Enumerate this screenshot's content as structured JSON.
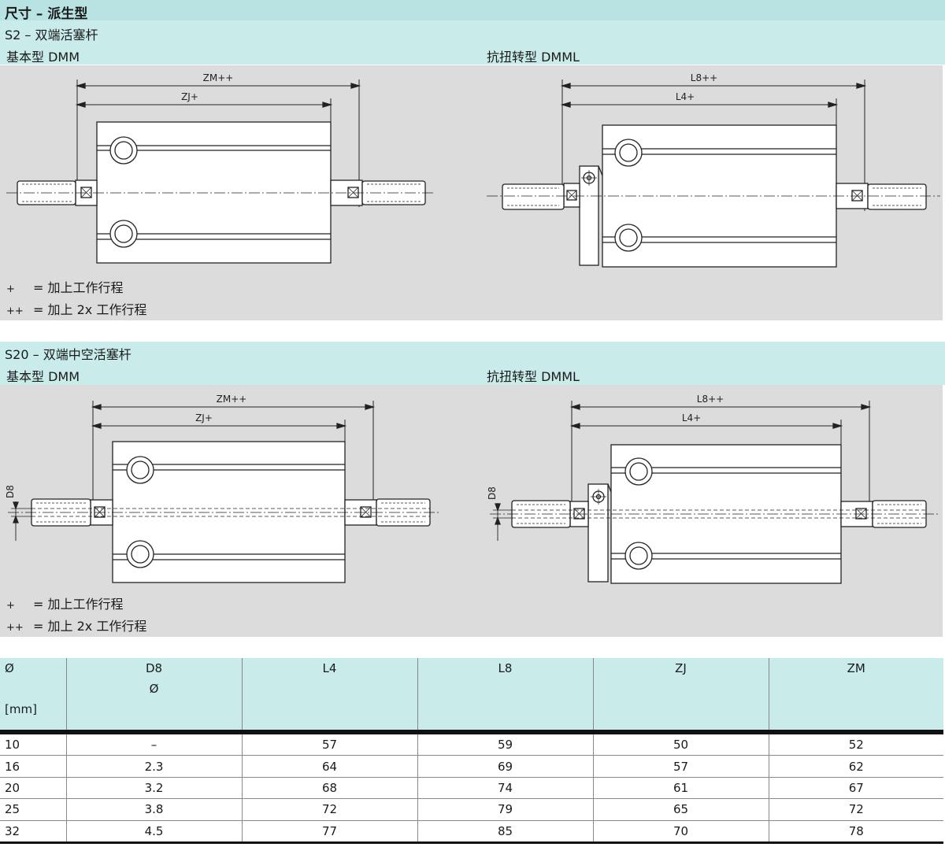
{
  "header": {
    "title": "尺寸 – 派生型"
  },
  "s2": {
    "title": "S2 – 双端活塞杆",
    "left_label": "基本型 DMM",
    "right_label": "抗扭转型 DMML",
    "dim_zm": "ZM++",
    "dim_zj": "ZJ+",
    "dim_l8": "L8++",
    "dim_l4": "L4+",
    "note1_sym": "+",
    "note1_text": "= 加上工作行程",
    "note2_sym": "++",
    "note2_text": "= 加上 2x 工作行程"
  },
  "s20": {
    "title": "S20 – 双端中空活塞杆",
    "left_label": "基本型 DMM",
    "right_label": "抗扭转型 DMML",
    "dim_zm": "ZM++",
    "dim_zj": "ZJ+",
    "dim_l8": "L8++",
    "dim_l4": "L4+",
    "dim_d8": "D8",
    "note1_sym": "+",
    "note1_text": "= 加上工作行程",
    "note2_sym": "++",
    "note2_text": "= 加上 2x 工作行程"
  },
  "table": {
    "headers": [
      {
        "l1": "Ø",
        "l2": "",
        "l3": "[mm]"
      },
      {
        "l1": "D8",
        "l2": "Ø",
        "l3": ""
      },
      {
        "l1": "L4",
        "l2": "",
        "l3": ""
      },
      {
        "l1": "L8",
        "l2": "",
        "l3": ""
      },
      {
        "l1": "ZJ",
        "l2": "",
        "l3": ""
      },
      {
        "l1": "ZM",
        "l2": "",
        "l3": ""
      }
    ],
    "rows": [
      [
        "10",
        "–",
        "57",
        "59",
        "50",
        "52"
      ],
      [
        "16",
        "2.3",
        "64",
        "69",
        "57",
        "62"
      ],
      [
        "20",
        "3.2",
        "68",
        "74",
        "61",
        "67"
      ],
      [
        "25",
        "3.8",
        "72",
        "79",
        "65",
        "72"
      ],
      [
        "32",
        "4.5",
        "77",
        "85",
        "70",
        "78"
      ]
    ]
  }
}
